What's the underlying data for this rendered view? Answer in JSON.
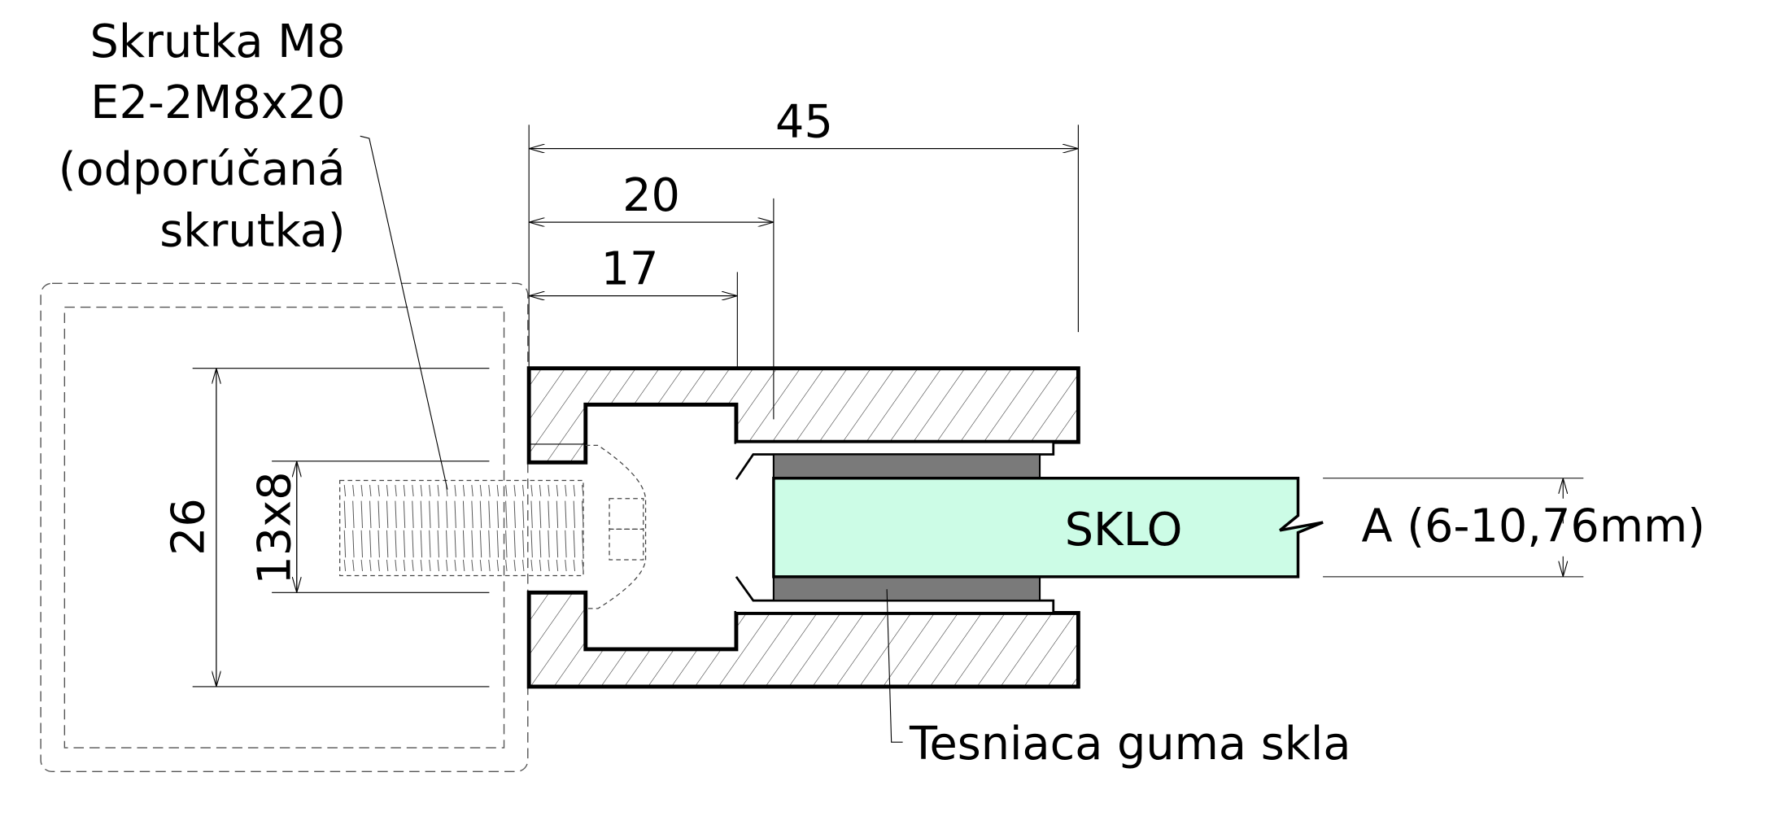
{
  "labels": {
    "screw_lines": [
      "Skrutka M8",
      "E2-2M8x20",
      "(odporúčaná",
      "skrutka)"
    ],
    "glass": "SKLO",
    "glass_thickness": "A (6-10,76mm)",
    "gasket": "Tesniaca guma skla"
  },
  "dimensions": {
    "total_length": "45",
    "depth_20": "20",
    "depth_17": "17",
    "height": "26",
    "screw_hole": "13x8"
  },
  "colors": {
    "glass": "#ccfce6",
    "gasket": "#7a7a7a"
  }
}
